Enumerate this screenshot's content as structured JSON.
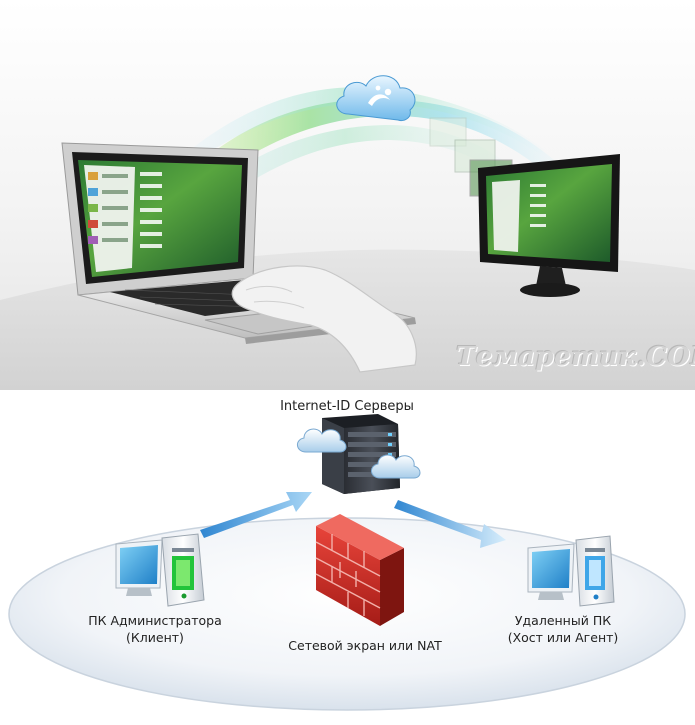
{
  "watermark": "Темаретик.COM",
  "diagram": {
    "servers_label": "Internet-ID Серверы",
    "admin_pc_label_line1": "ПК Администратора",
    "admin_pc_label_line2": "(Клиент)",
    "remote_pc_label_line1": "Удаленный ПК",
    "remote_pc_label_line2": "(Хост или Агент)",
    "firewall_label": "Сетевой экран или NAT"
  },
  "colors": {
    "admin_pc_accent": "#22c43a",
    "remote_pc_accent": "#3fa6e8",
    "firewall_brick": "#d42a24",
    "arrow_blue": "#5aa9df"
  },
  "icons": [
    "laptop-icon",
    "hand-icon",
    "cloud-icon",
    "monitor-icon",
    "server-rack-icon",
    "brick-wall-icon",
    "desktop-pc-icon",
    "arrow-icon"
  ]
}
